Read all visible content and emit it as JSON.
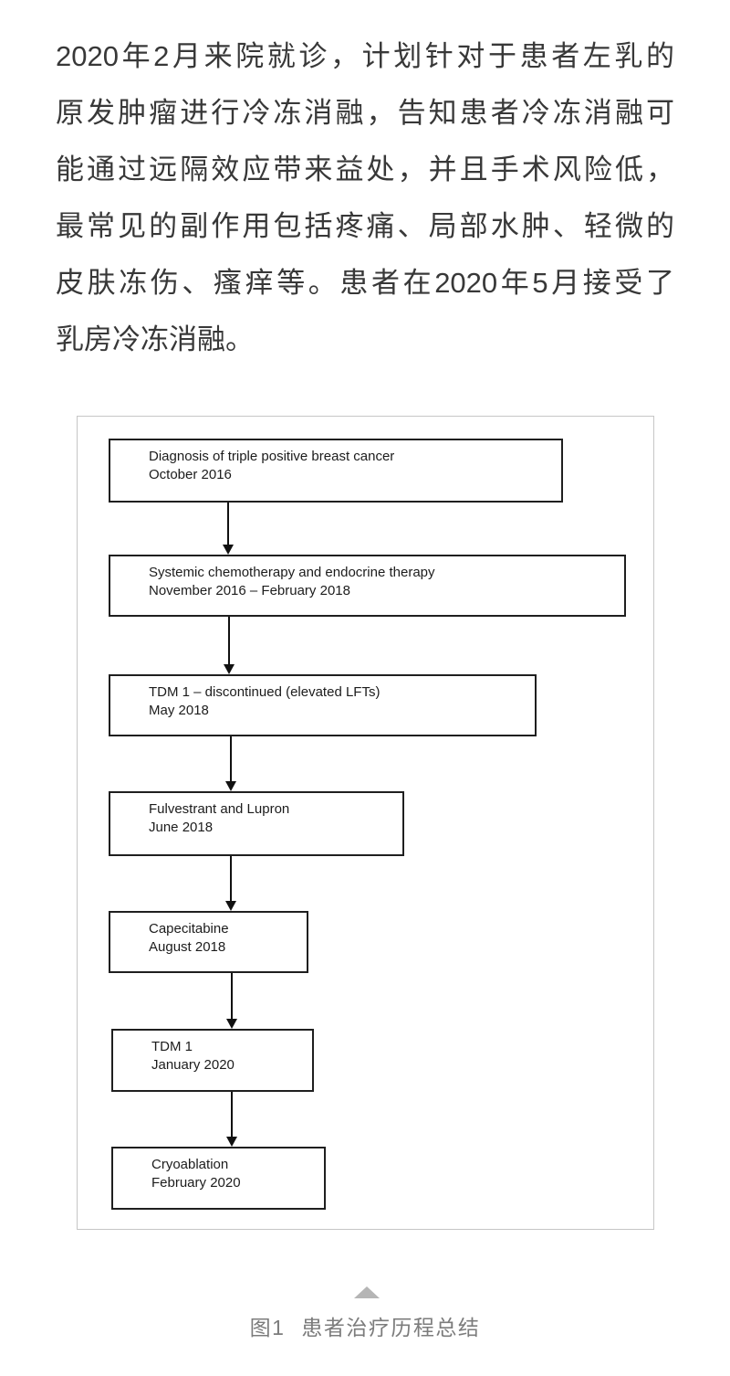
{
  "paragraph": {
    "lines": [
      "2020年2月来院就诊，计划针对于患者左乳的",
      "原发肿瘤进行冷冻消融，告知患者冷冻消融可",
      "能通过远隔效应带来益处，并且手术风险低，",
      "最常见的副作用包括疼痛、局部水肿、轻微的",
      "皮肤冻伤、瘙痒等。患者在2020年5月接受了",
      "乳房冷冻消融。"
    ]
  },
  "flowchart": {
    "steps": [
      {
        "line1": "Diagnosis of triple positive breast cancer",
        "line2": "October 2016"
      },
      {
        "line1": "Systemic chemotherapy and endocrine therapy",
        "line2": "November 2016 – February 2018"
      },
      {
        "line1": "TDM 1 – discontinued (elevated LFTs)",
        "line2": "May 2018"
      },
      {
        "line1": "Fulvestrant and Lupron",
        "line2": "June 2018"
      },
      {
        "line1": "Capecitabine",
        "line2": "August 2018"
      },
      {
        "line1": "TDM 1",
        "line2": "January 2020"
      },
      {
        "line1": "Cryoablation",
        "line2": "February 2020"
      }
    ]
  },
  "figure": {
    "caption": "图1 患者治疗历程总结",
    "collapse_icon": "triangle-up"
  },
  "colors": {
    "paragraph_text": "#383838",
    "box_border": "#1f1f1f",
    "box_text": "#1c1c1c",
    "frame_border": "#c6c6c6",
    "caption_text": "#7c7c7c",
    "triangle": "#b5b5b5",
    "background": "#ffffff"
  }
}
